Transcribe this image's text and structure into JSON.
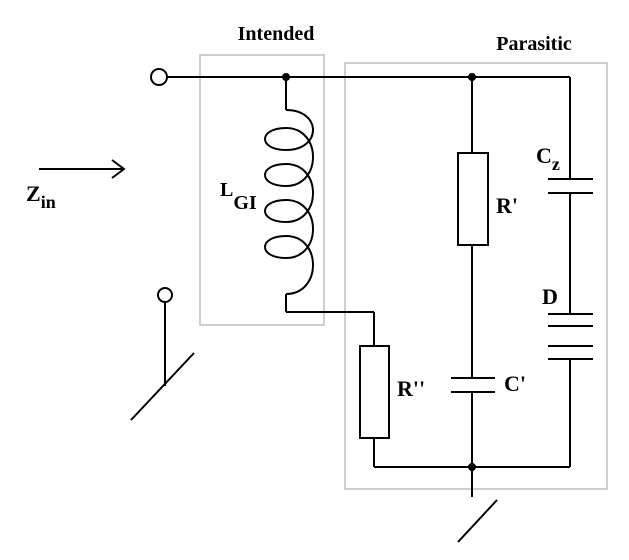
{
  "labels": {
    "intended": "Intended",
    "parasitic": "Parasitic",
    "zin": {
      "main": "Z",
      "sub": "in"
    },
    "lgi": {
      "main": "L",
      "sub": "GI"
    },
    "r_prime": "R'",
    "cz": {
      "main": "C",
      "sub": "z"
    },
    "d": "D",
    "c_prime": "C'",
    "r_double_prime": "R''"
  },
  "colors": {
    "wire": "#000000",
    "box_outline": "#bdbdbd",
    "background": "#ffffff"
  }
}
